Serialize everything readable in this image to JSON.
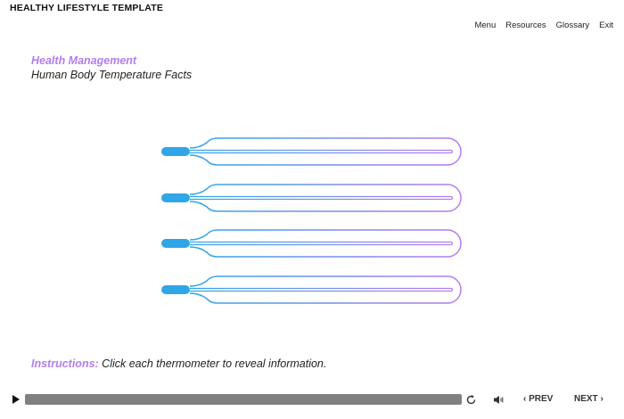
{
  "header": {
    "title": "HEALTHY LIFESTYLE TEMPLATE",
    "nav": [
      "Menu",
      "Resources",
      "Glossary",
      "Exit"
    ]
  },
  "content": {
    "section": "Health Management",
    "subtitle": "Human Body Temperature Facts",
    "thermometers": [
      {
        "id": 1
      },
      {
        "id": 2
      },
      {
        "id": 3
      },
      {
        "id": 4
      }
    ],
    "instructions_label": "Instructions:",
    "instructions_text": " Click each thermometer to reveal information."
  },
  "player": {
    "prev_label": "‹ PREV",
    "next_label": "NEXT ›",
    "progress": 1.0
  },
  "colors": {
    "accent": "#b57cf0",
    "thermo_start": "#2fa6e6",
    "thermo_end": "#b57cf0"
  }
}
